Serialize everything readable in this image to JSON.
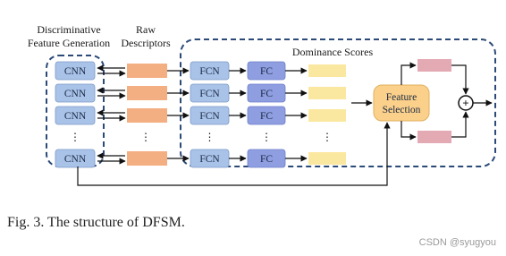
{
  "diagram": {
    "label_dfg_line1": "Discriminative",
    "label_dfg_line2": "Feature Generation",
    "label_raw_line1": "Raw",
    "label_raw_line2": "Descriptors",
    "label_dominance": "Dominance Scores",
    "cnn_label": "CNN",
    "fcn_label": "FCN",
    "fc_label": "FC",
    "ellipsis": "⋮",
    "feature_selection_line1": "Feature",
    "feature_selection_line2": "Selection",
    "sum_symbol": "+"
  },
  "caption": "Fig. 3.  The structure of DFSM.",
  "watermark": "CSDN @syugyou",
  "colors": {
    "cnn_fill": "#a9c2e8",
    "fcn_fill": "#a9c2e8",
    "fc_fill": "#8f9ee0",
    "raw_desc_fill": "#f3ae82",
    "score_fill": "#fbe8a0",
    "selection_fill": "#fbd08a",
    "pink_fill": "#e3aab4",
    "dashed_border": "#2b4a78",
    "arrow": "#111111"
  }
}
